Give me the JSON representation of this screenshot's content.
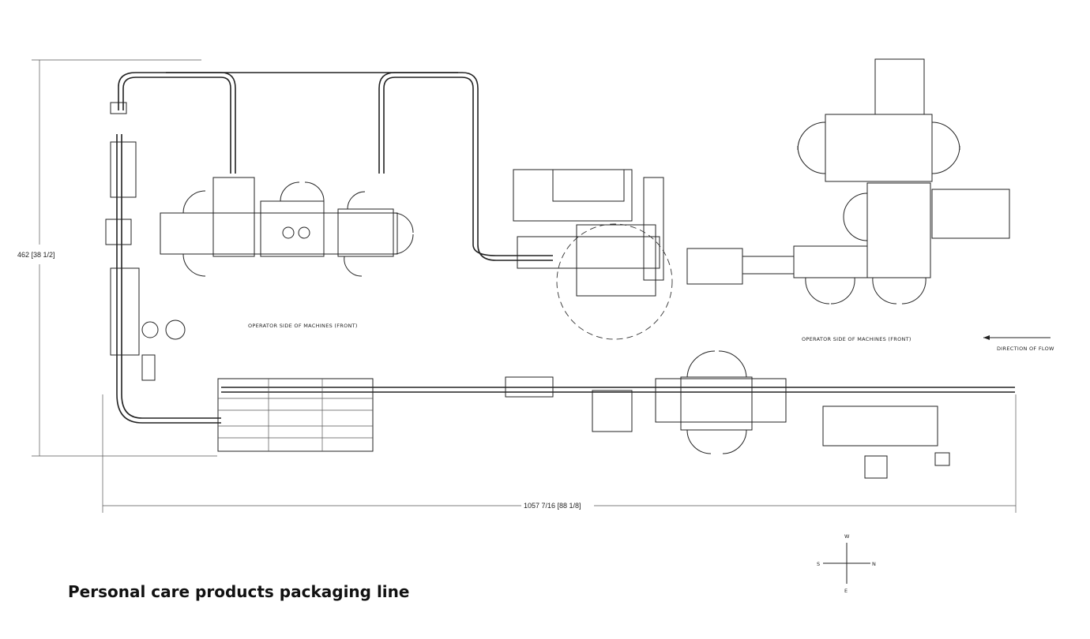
{
  "title": "Personal care products packaging line",
  "labels": {
    "operator_side_left": "OPERATOR SIDE OF MACHINES (FRONT)",
    "operator_side_right": "OPERATOR SIDE OF MACHINES (FRONT)",
    "direction_of_flow": "DIRECTION OF FLOW"
  },
  "dimensions": {
    "height": "462 [38 1/2]",
    "width": "1057 7/16 [88 1/8]"
  },
  "compass": {
    "top": "W",
    "left": "S",
    "right": "N",
    "bottom": "E"
  }
}
